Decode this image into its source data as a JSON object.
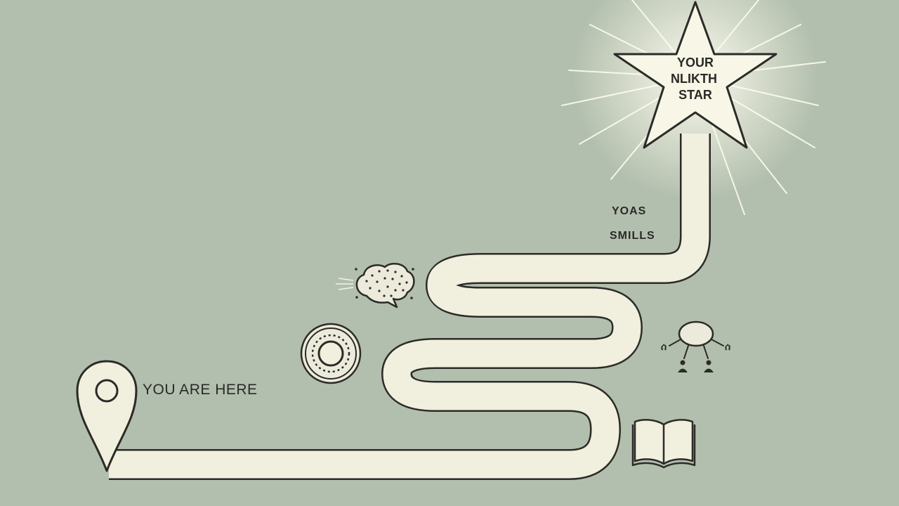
{
  "start": {
    "label": "YOU ARE HERE"
  },
  "goal": {
    "lines": [
      "YOUR",
      "NLIKTH",
      "STAR"
    ]
  },
  "side_labels": [
    "YOAS",
    "SMILLS"
  ],
  "icons": [
    "map-pin-icon",
    "book-icon",
    "network-icon",
    "target-icon",
    "brain-icon",
    "star-icon"
  ],
  "colors": {
    "background": "#b3bfae",
    "path_fill": "#f1efdd",
    "ink": "#2b2b28",
    "glow": "#fdfcef"
  }
}
